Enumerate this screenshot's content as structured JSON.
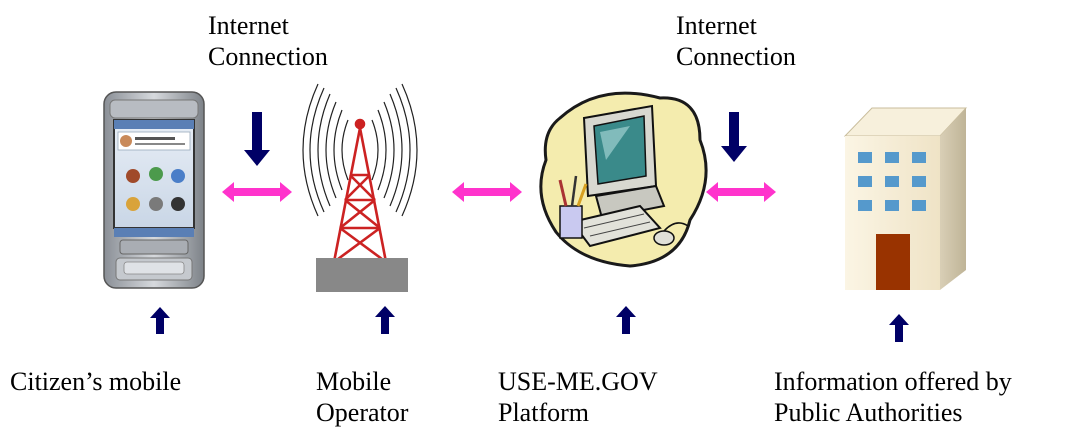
{
  "connections": [
    {
      "line1": "Internet",
      "line2": "Connection"
    },
    {
      "line1": "Internet",
      "line2": "Connection"
    }
  ],
  "captions": {
    "citizen": {
      "line1": "Citizen’s mobile"
    },
    "operator": {
      "line1": "Mobile",
      "line2": "Operator"
    },
    "platform": {
      "line1": "USE-ME.GOV",
      "line2": "Platform"
    },
    "authorities": {
      "line1": "Information offered by",
      "line2": "Public Authorities"
    }
  },
  "colors": {
    "link_arrow": "#ff33cc",
    "pointer_arrow": "#000066",
    "tower": "#cc2222",
    "ground": "#888888",
    "building": "#f2e8d0",
    "window": "#5599cc",
    "door": "#993300"
  },
  "icons": [
    "mobile-phone-icon",
    "radio-tower-icon",
    "computer-icon",
    "office-building-icon"
  ]
}
